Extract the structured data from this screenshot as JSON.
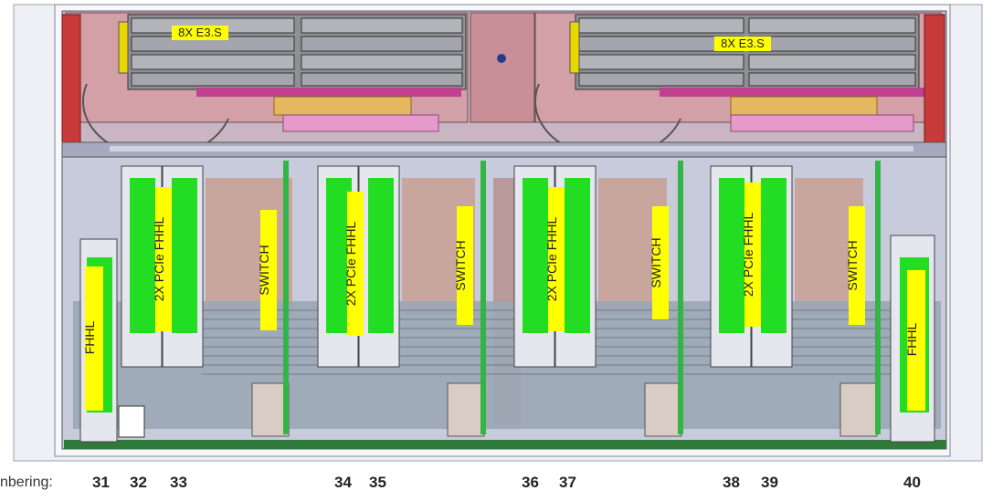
{
  "drive_cages": [
    {
      "label": "8X E3.S"
    },
    {
      "label": "8X E3.S"
    }
  ],
  "cards": {
    "fhhl_label": "FHHL",
    "double_label": "2X PCIe FHHL",
    "switch_label": "SWITCH"
  },
  "numbering": {
    "label": "nbering:",
    "slots": [
      "31",
      "32",
      "33",
      "34",
      "35",
      "36",
      "37",
      "38",
      "39",
      "40"
    ]
  },
  "colors": {
    "card_green": "#22dd22",
    "label_yellow": "#ffff00",
    "enclosure_pink": "#d8a0a8",
    "board_gray": "#9aa6b8"
  }
}
